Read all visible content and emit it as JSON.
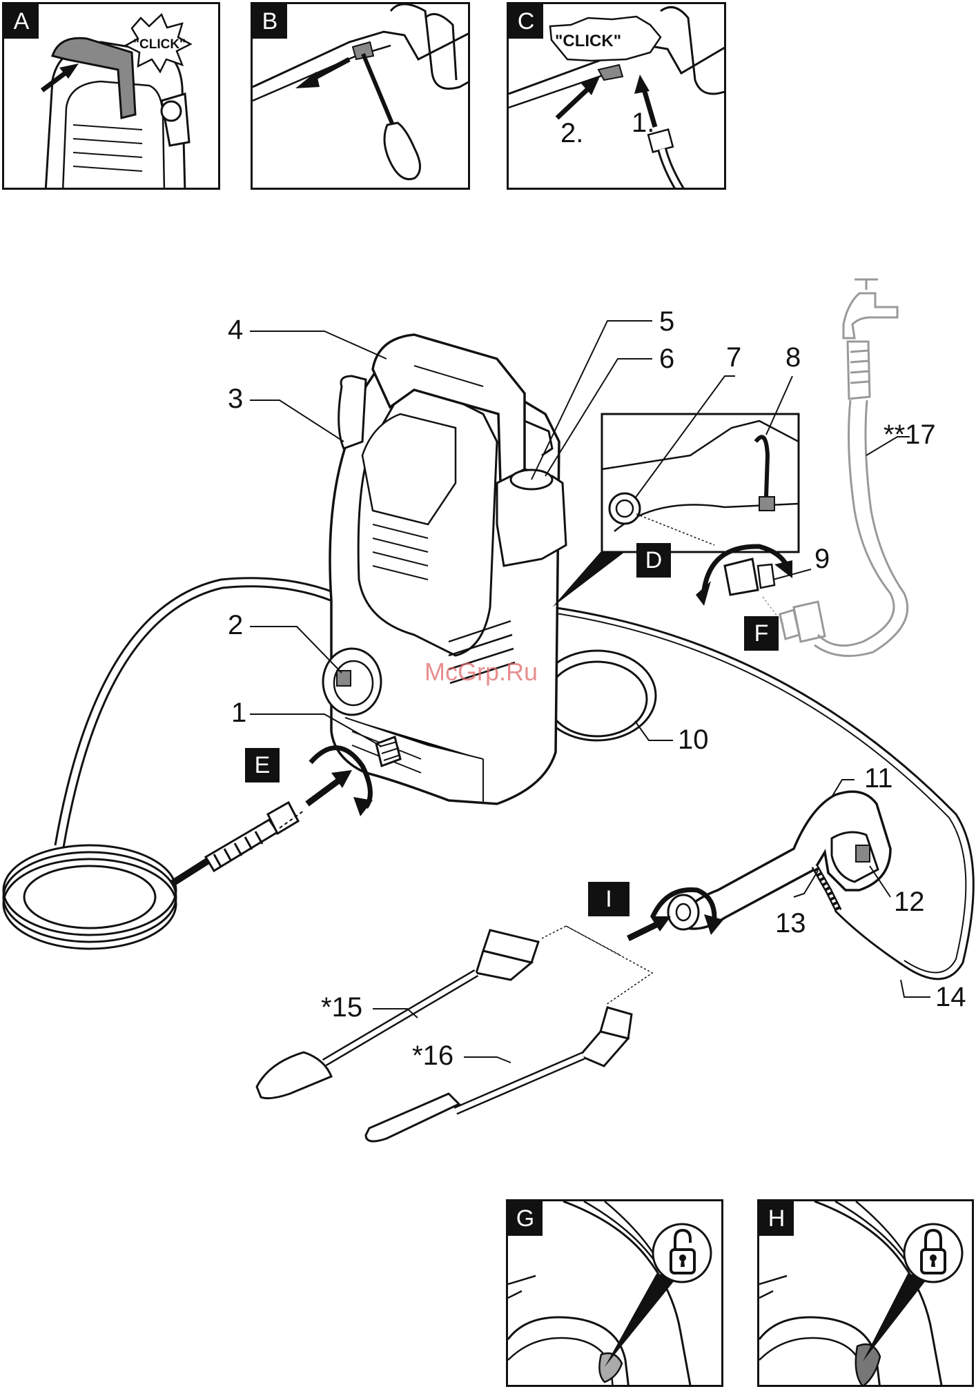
{
  "panels": {
    "A": {
      "letter": "A",
      "click_text": "\"CLICK\""
    },
    "B": {
      "letter": "B"
    },
    "C": {
      "letter": "C",
      "click_text": "\"CLICK\"",
      "step1": "1.",
      "step2": "2."
    },
    "G": {
      "letter": "G"
    },
    "H": {
      "letter": "H"
    }
  },
  "steps": {
    "D": "D",
    "E": "E",
    "F": "F",
    "I": "I"
  },
  "callouts": {
    "c1": "1",
    "c2": "2",
    "c3": "3",
    "c4": "4",
    "c5": "5",
    "c6": "6",
    "c7": "7",
    "c8": "8",
    "c9": "9",
    "c10": "10",
    "c11": "11",
    "c12": "12",
    "c13": "13",
    "c14": "14",
    "c15": "*15",
    "c16": "*16",
    "c17": "**17"
  },
  "watermark": "McGrp.Ru",
  "icons": {
    "unlock": "padlock-open-icon",
    "lock": "padlock-closed-icon"
  }
}
